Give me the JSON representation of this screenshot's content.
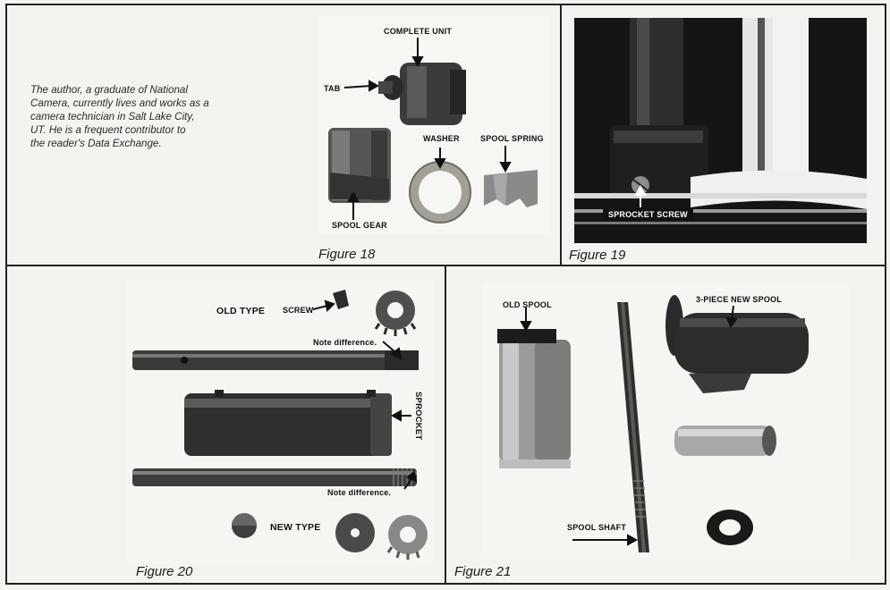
{
  "bio": {
    "lines": [
      "The author, a graduate of National",
      "Camera, currently lives and works as a",
      "camera technician in Salt Lake City,",
      "UT. He is a frequent contributor to",
      "the reader's Data Exchange."
    ]
  },
  "figure18": {
    "caption": "Figure 18",
    "labels": {
      "complete_unit": "COMPLETE UNIT",
      "tab": "TAB",
      "washer": "WASHER",
      "spool_spring": "SPOOL SPRING",
      "spool_gear": "SPOOL GEAR"
    }
  },
  "figure19": {
    "caption": "Figure 19",
    "labels": {
      "sprocket_screw": "SPROCKET SCREW"
    }
  },
  "figure20": {
    "caption": "Figure 20",
    "labels": {
      "old_type": "OLD TYPE",
      "screw": "SCREW",
      "note_difference_1": "Note difference.",
      "sprocket": "SPROCKET",
      "note_difference_2": "Note difference.",
      "new_type": "NEW TYPE"
    }
  },
  "figure21": {
    "caption": "Figure 21",
    "labels": {
      "old_spool": "OLD SPOOL",
      "new_spool": "3-PIECE NEW SPOOL",
      "spool_shaft": "SPOOL SHAFT"
    }
  }
}
